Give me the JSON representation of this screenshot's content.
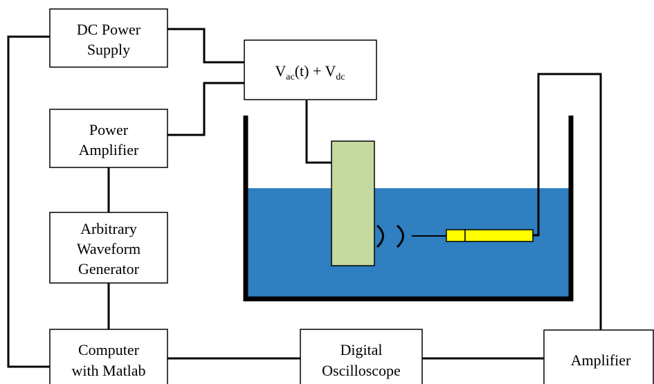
{
  "blocks": {
    "dc_power_supply": [
      "DC Power",
      "Supply"
    ],
    "power_amplifier": [
      "Power",
      "Amplifier"
    ],
    "arbitrary_waveform_generator": [
      "Arbitrary",
      "Waveform",
      "Generator"
    ],
    "computer": [
      "Computer",
      "with Matlab"
    ],
    "digital_oscilloscope": [
      "Digital",
      "Oscilloscope"
    ],
    "amplifier": [
      "Amplifier"
    ]
  },
  "voltage_box": {
    "v1": "V",
    "sub1": "ac",
    "mid": "(t) + V",
    "sub2": "dc"
  },
  "colors": {
    "water": "#2f7fc1",
    "tank_wall": "#000000",
    "transducer": "#c5d9a0",
    "hydrophone": "#ffff00",
    "lines": "#000000"
  }
}
